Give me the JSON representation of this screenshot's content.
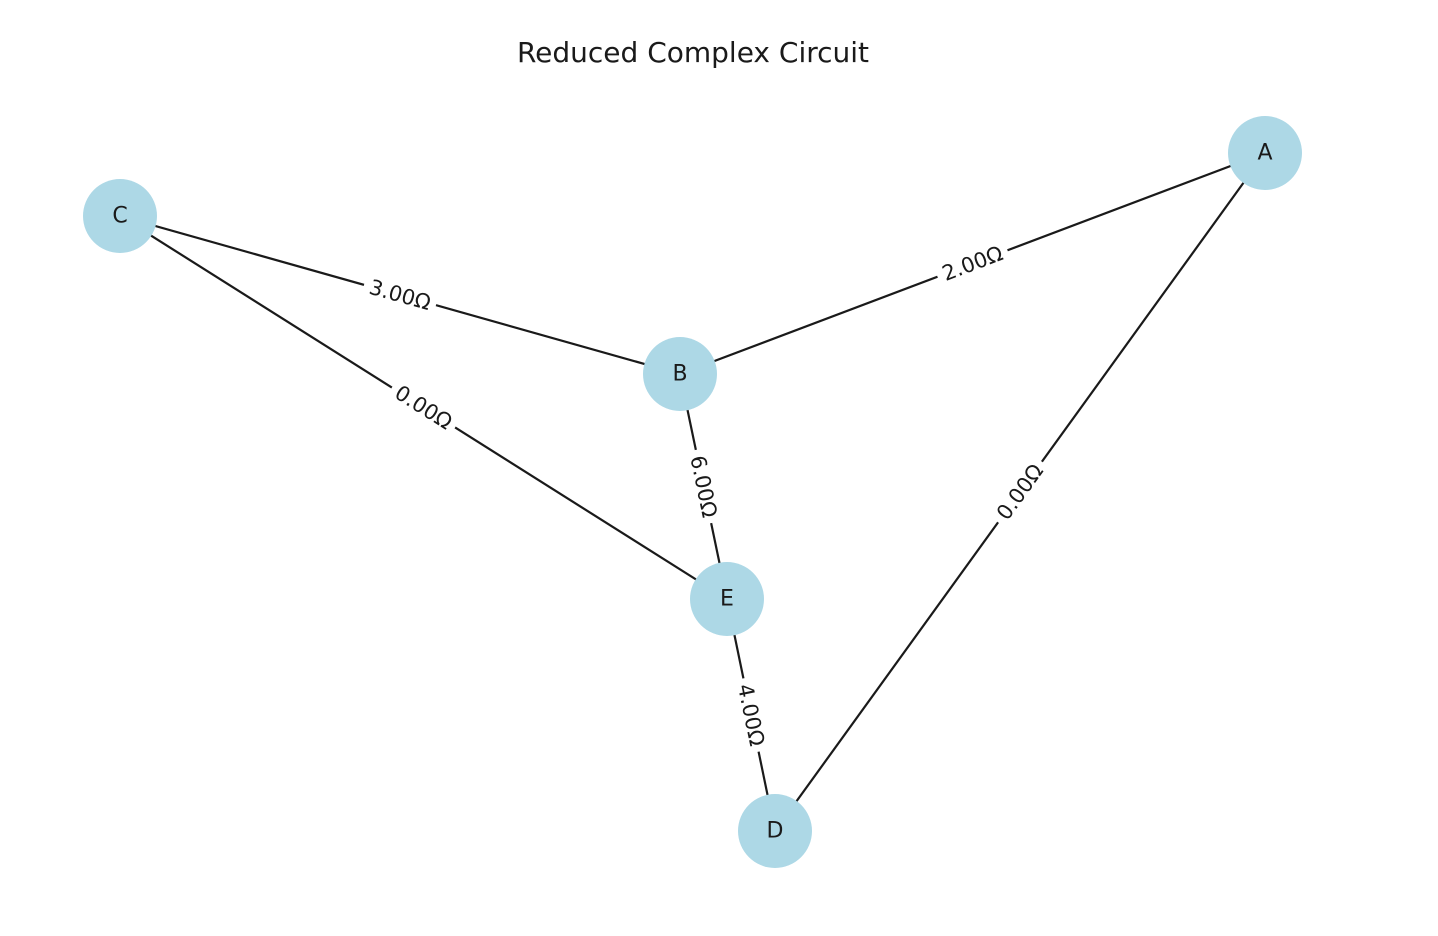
{
  "title": "Reduced Complex Circuit",
  "colors": {
    "node_fill": "#add8e6",
    "edge": "#1a1a1a",
    "label_text": "#1a1a1a",
    "background": "#ffffff"
  },
  "nodes": [
    {
      "id": "A",
      "label": "A"
    },
    {
      "id": "B",
      "label": "B"
    },
    {
      "id": "C",
      "label": "C"
    },
    {
      "id": "D",
      "label": "D"
    },
    {
      "id": "E",
      "label": "E"
    }
  ],
  "edges": [
    {
      "source": "C",
      "target": "B",
      "label": "3.00Ω"
    },
    {
      "source": "B",
      "target": "A",
      "label": "2.00Ω"
    },
    {
      "source": "C",
      "target": "E",
      "label": "0.00Ω"
    },
    {
      "source": "B",
      "target": "E",
      "label": "6.00Ω"
    },
    {
      "source": "A",
      "target": "D",
      "label": "0.00Ω"
    },
    {
      "source": "E",
      "target": "D",
      "label": "4.00Ω"
    }
  ]
}
